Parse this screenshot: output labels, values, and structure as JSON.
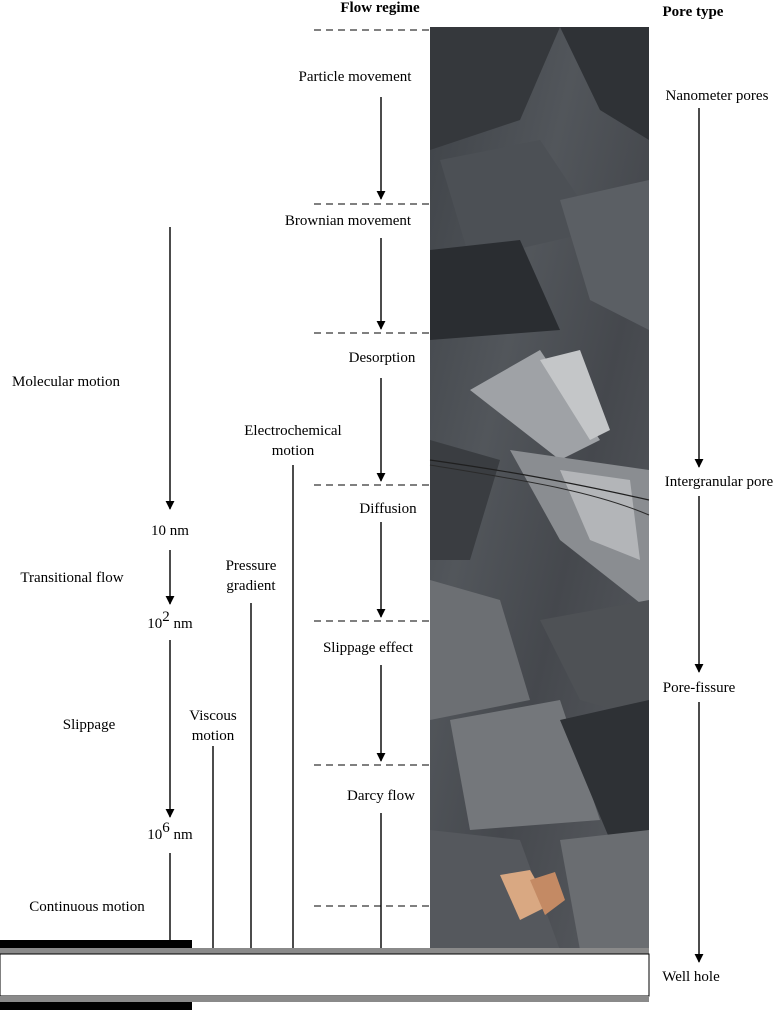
{
  "headers": {
    "flow_regime": "Flow regime",
    "pore_type": "Pore type"
  },
  "flow_regime": {
    "particle": "Particle movement",
    "brownian": "Brownian movement",
    "desorption": "Desorption",
    "diffusion": "Diffusion",
    "slippage_effect": "Slippage effect",
    "darcy": "Darcy flow"
  },
  "pore_type": {
    "nanometer": "Nanometer pores",
    "intergranular": "Intergranular pore",
    "pore_fissure": "Pore-fissure",
    "well_hole": "Well hole"
  },
  "motion": {
    "molecular": "Molecular motion",
    "transitional": "Transitional flow",
    "slippage": "Slippage",
    "continuous": "Continuous motion",
    "viscous_1": "Viscous",
    "viscous_2": "motion",
    "pressure_1": "Pressure",
    "pressure_2": "gradient",
    "electro_1": "Electrochemical",
    "electro_2": "motion"
  },
  "scale": {
    "s10": "10 nm",
    "s100_base": "10",
    "s100_exp": "2",
    "s100_unit": " nm",
    "s1e6_base": "10",
    "s1e6_exp": "6",
    "s1e6_unit": " nm"
  }
}
